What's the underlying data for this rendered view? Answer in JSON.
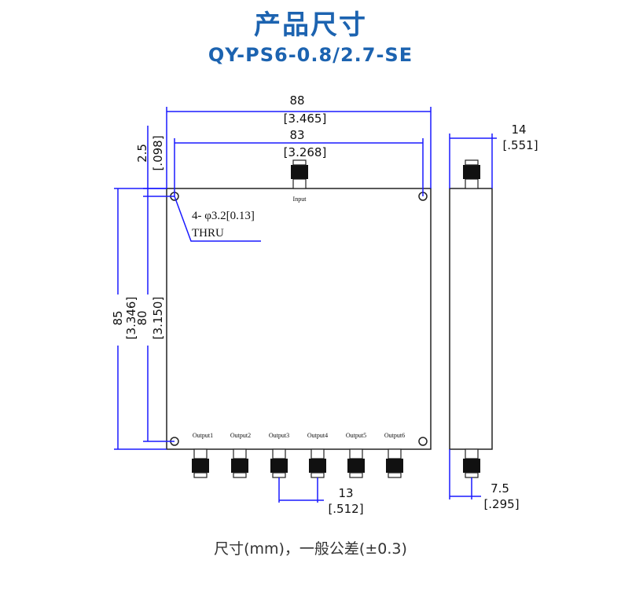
{
  "header": {
    "title": "产品尺寸",
    "model": "QY-PS6-0.8/2.7-SE"
  },
  "drawing": {
    "overall_width": "88",
    "overall_width_in": "[3.465]",
    "hole_spacing_width": "83",
    "hole_spacing_width_in": "[3.268]",
    "hole_offset": "2.5",
    "hole_offset_in": "[.098]",
    "overall_height": "85",
    "overall_height_in": "[3.346]",
    "hole_spacing_height": "80",
    "hole_spacing_height_in": "[3.150]",
    "hole_note_line1": "4- φ3.2[0.13]",
    "hole_note_line2": "THRU",
    "input_label": "Input",
    "output_labels": [
      "Output1",
      "Output2",
      "Output3",
      "Output4",
      "Output5",
      "Output6"
    ],
    "port_pitch": "13",
    "port_pitch_in": "[.512]",
    "depth": "14",
    "depth_in": "[.551]",
    "connector_offset": "7.5",
    "connector_offset_in": "[.295]"
  },
  "footer": {
    "note": "尺寸(mm)，一般公差(±0.3)"
  }
}
